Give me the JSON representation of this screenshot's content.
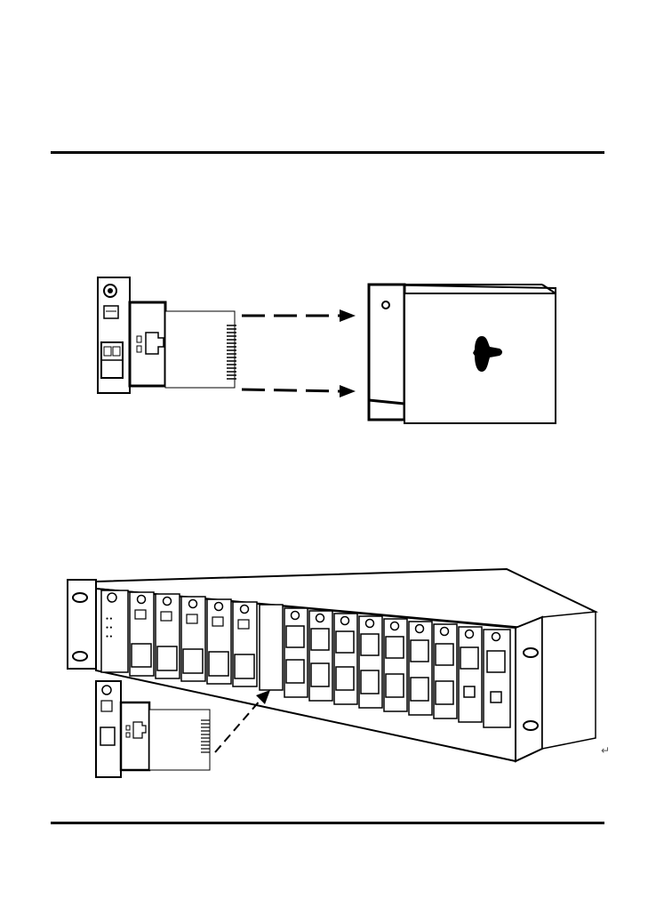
{
  "page": {
    "background": "#ffffff",
    "ink": "#000000"
  },
  "figures": {
    "standalone_icon": "module-into-standalone-chassis",
    "rack_icon": "module-into-rack-chassis",
    "rack_slot_count": 16,
    "return_mark": "↵"
  }
}
